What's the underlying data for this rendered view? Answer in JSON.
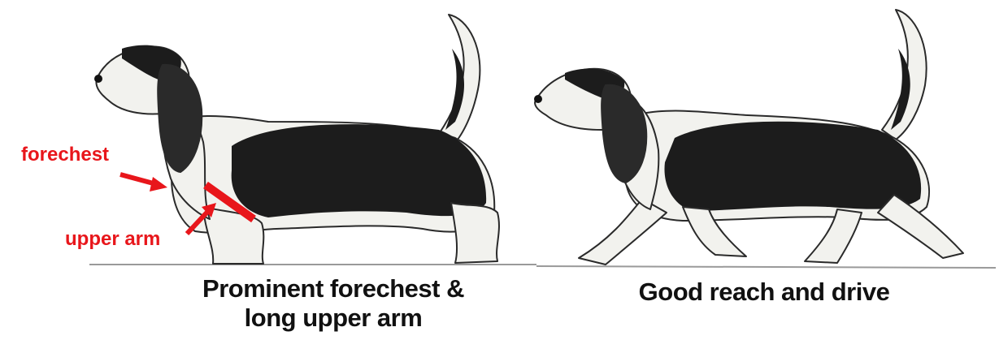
{
  "labels": {
    "forechest": "forechest",
    "upper_arm": "upper arm"
  },
  "captions": {
    "left_line1": "Prominent forechest &",
    "left_line2": "long upper arm",
    "right": "Good reach and drive"
  },
  "colors": {
    "annotation": "#e8161b",
    "coat_dark": "#1c1c1c",
    "coat_light": "#f2f2ee",
    "ground": "#9a9a9a"
  }
}
